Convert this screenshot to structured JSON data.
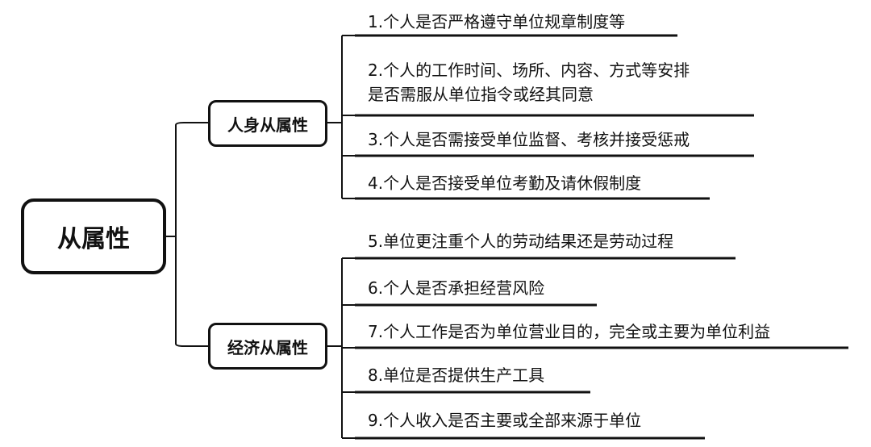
{
  "root": {
    "label": "从属性"
  },
  "branches": [
    {
      "label": "人身从属性",
      "items": [
        {
          "text": "1.个人是否严格遵守单位规章制度等"
        },
        {
          "text": "2.个人的工作时间、场所、内容、方式等安排",
          "text2": "是否需服从单位指令或经其同意"
        },
        {
          "text": "3.个人是否需接受单位监督、考核并接受惩戒"
        },
        {
          "text": "4.个人是否接受单位考勤及请休假制度"
        }
      ]
    },
    {
      "label": "经济从属性",
      "items": [
        {
          "text": "5.单位更注重个人的劳动结果还是劳动过程"
        },
        {
          "text": "6.个人是否承担经营风险"
        },
        {
          "text": "7.个人工作是否为单位营业目的，完全或主要为单位利益"
        },
        {
          "text": "8.单位是否提供生产工具"
        },
        {
          "text": "9.个人收入是否主要或全部来源于单位"
        }
      ]
    }
  ]
}
